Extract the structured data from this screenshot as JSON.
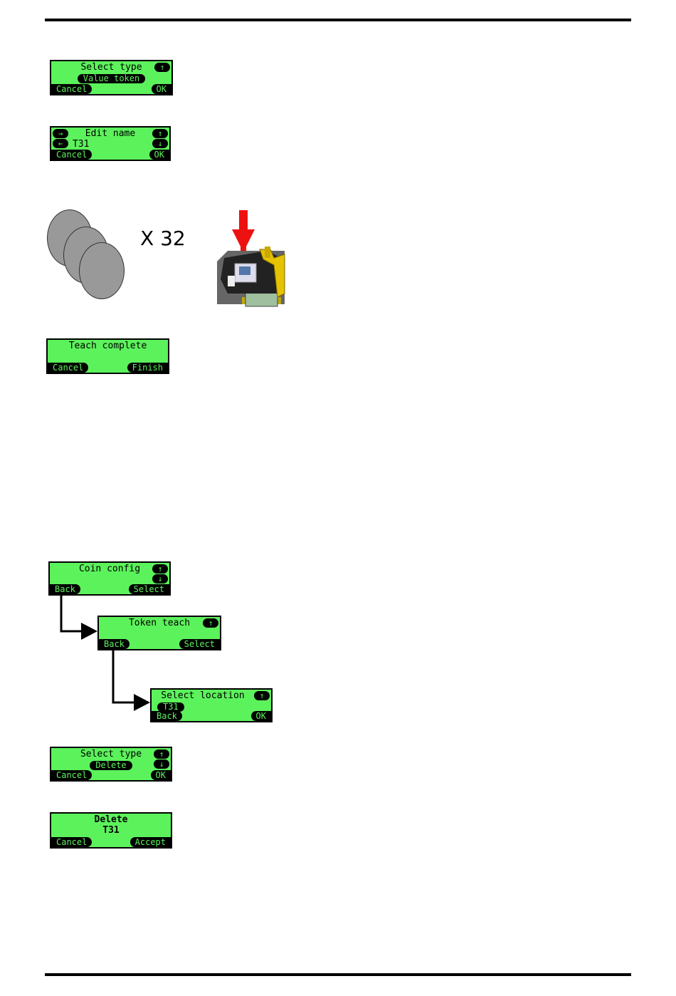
{
  "screens": {
    "select_type_value": {
      "title": "Select type",
      "option": "Value token",
      "left_key": "Cancel",
      "right_key": "OK"
    },
    "edit_name": {
      "title": "Edit name",
      "value": "T31",
      "left_key": "Cancel",
      "right_key": "OK"
    },
    "teach_complete": {
      "title": "Teach complete",
      "left_key": "Cancel",
      "right_key": "Finish"
    },
    "coin_config": {
      "title": "Coin config",
      "left_key": "Back",
      "right_key": "Select"
    },
    "token_teach": {
      "title": "Token teach",
      "left_key": "Back",
      "right_key": "Select"
    },
    "select_location": {
      "title": "Select location",
      "option": "T31",
      "left_key": "Back",
      "right_key": "OK"
    },
    "select_type_delete": {
      "title": "Select type",
      "option": "Delete",
      "left_key": "Cancel",
      "right_key": "OK"
    },
    "delete_confirm": {
      "title": "Delete",
      "value": "T31",
      "left_key": "Cancel",
      "right_key": "Accept"
    }
  },
  "coins": {
    "multiplier": "X 32"
  },
  "icons": {
    "up": "arrow-up-icon",
    "down": "arrow-down-icon",
    "left": "arrow-left-icon",
    "right": "arrow-right-icon"
  },
  "colors": {
    "lcd": "#5cf25c",
    "arrow": "#ee1111"
  }
}
